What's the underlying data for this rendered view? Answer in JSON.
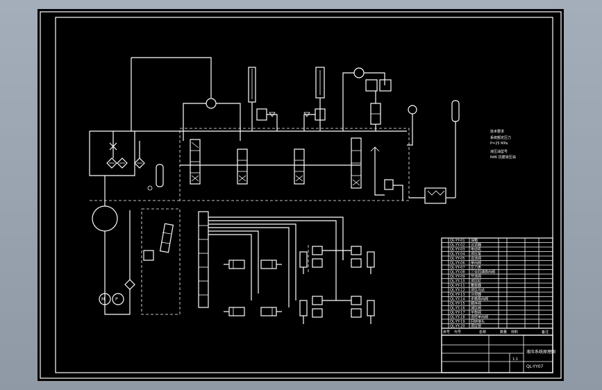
{
  "drawing": {
    "note_title": "技术要求",
    "note_line1": "系统额定压力",
    "note_line2": "P=25 MPa",
    "note_line3": "液压油型号",
    "note_line4": "N46 抗磨液压油",
    "title_block_name": "液压系统原理图",
    "title_block_code": "QL-YY07",
    "title_block_scale": "1:1",
    "header_cols": [
      "序号",
      "代号",
      "名称",
      "数量",
      "材料",
      "备注"
    ]
  },
  "bom_rows": [
    {
      "code": "QL-YY-01",
      "name": "油箱"
    },
    {
      "code": "QL-YY-02",
      "name": "过滤器"
    },
    {
      "code": "QL-YY-03",
      "name": "电动机"
    },
    {
      "code": "QL-YY-04",
      "name": "液压泵"
    },
    {
      "code": "QL-YY-05",
      "name": "溢流阀"
    },
    {
      "code": "QL-YY-06",
      "name": "单向阀"
    },
    {
      "code": "QL-YY-07",
      "name": "压力表"
    },
    {
      "code": "QL-YY-08",
      "name": "三位四通换向阀"
    },
    {
      "code": "QL-YY-09",
      "name": "节流阀"
    },
    {
      "code": "QL-YY-10",
      "name": "液压缸"
    },
    {
      "code": "QL-YY-11",
      "name": "蓄能器"
    },
    {
      "code": "QL-YY-12",
      "name": "液压马达"
    },
    {
      "code": "QL-YY-13",
      "name": "冷却器"
    },
    {
      "code": "QL-YY-14",
      "name": "多路换向阀"
    },
    {
      "code": "QL-YY-15",
      "name": "顺序阀"
    },
    {
      "code": "QL-YY-16",
      "name": "减压阀"
    },
    {
      "code": "QL-YY-17",
      "name": "平衡阀"
    },
    {
      "code": "QL-YY-18",
      "name": "液控单向阀"
    },
    {
      "code": "QL-YY-19",
      "name": "回转接头"
    },
    {
      "code": "QL-YY-20",
      "name": "液压锁"
    }
  ]
}
